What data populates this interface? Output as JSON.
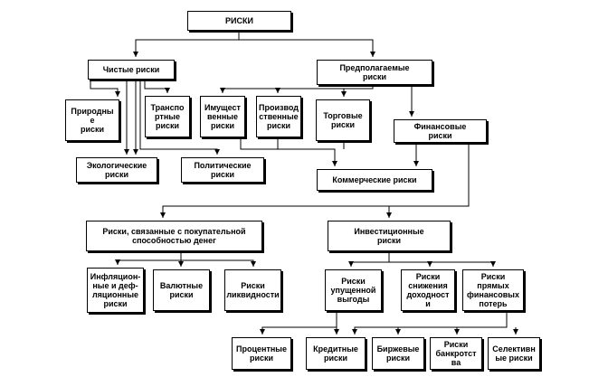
{
  "colors": {
    "line": "#000000",
    "box_border": "#000000",
    "text": "#000000",
    "background": "#ffffff"
  },
  "nodes": {
    "riski": "РИСКИ",
    "chistye": "Чистые риски",
    "predpolagaemye": "Предполагаемые\nриски",
    "prirodnye": "Природны\nе\nриски",
    "transportnye": "Транспо\nртные\nриски",
    "imushchestvennye": "Имущест\nвенные\nриски",
    "proizvodstvennye": "Производ\nственные\nриски",
    "torgovye": "Торговые\nриски",
    "finansovye": "Финансовые\nриски",
    "ekologicheskie": "Экологические\nриски",
    "politicheskie": "Политические\nриски",
    "kommercheskie": "Коммерческие риски",
    "pokupatelnye": "Риски, связанные с покупательной\nспособностью денег",
    "investitsionnye": "Инвестиционные\nриски",
    "inflyatsionnye": "Инфляцион-\nные и деф-\nляционные\nриски",
    "valyutnye": "Валютные\nриски",
    "likvidnosti": "Риски\nликвидности",
    "upushchennoy": "Риски\nупущенной\nвыгоды",
    "snizheniya": "Риски\nснижения\nдоходност\nи",
    "pryamyh": "Риски\nпрямых\nфинансовых\nпотерь",
    "protsentnye": "Процентные\nриски",
    "kreditnye": "Кредитные\nриски",
    "birzhevye": "Биржевые\nриски",
    "bankrotstva": "Риски\nбанкротст\nва",
    "selektivnye": "Селективн\nые риски"
  }
}
